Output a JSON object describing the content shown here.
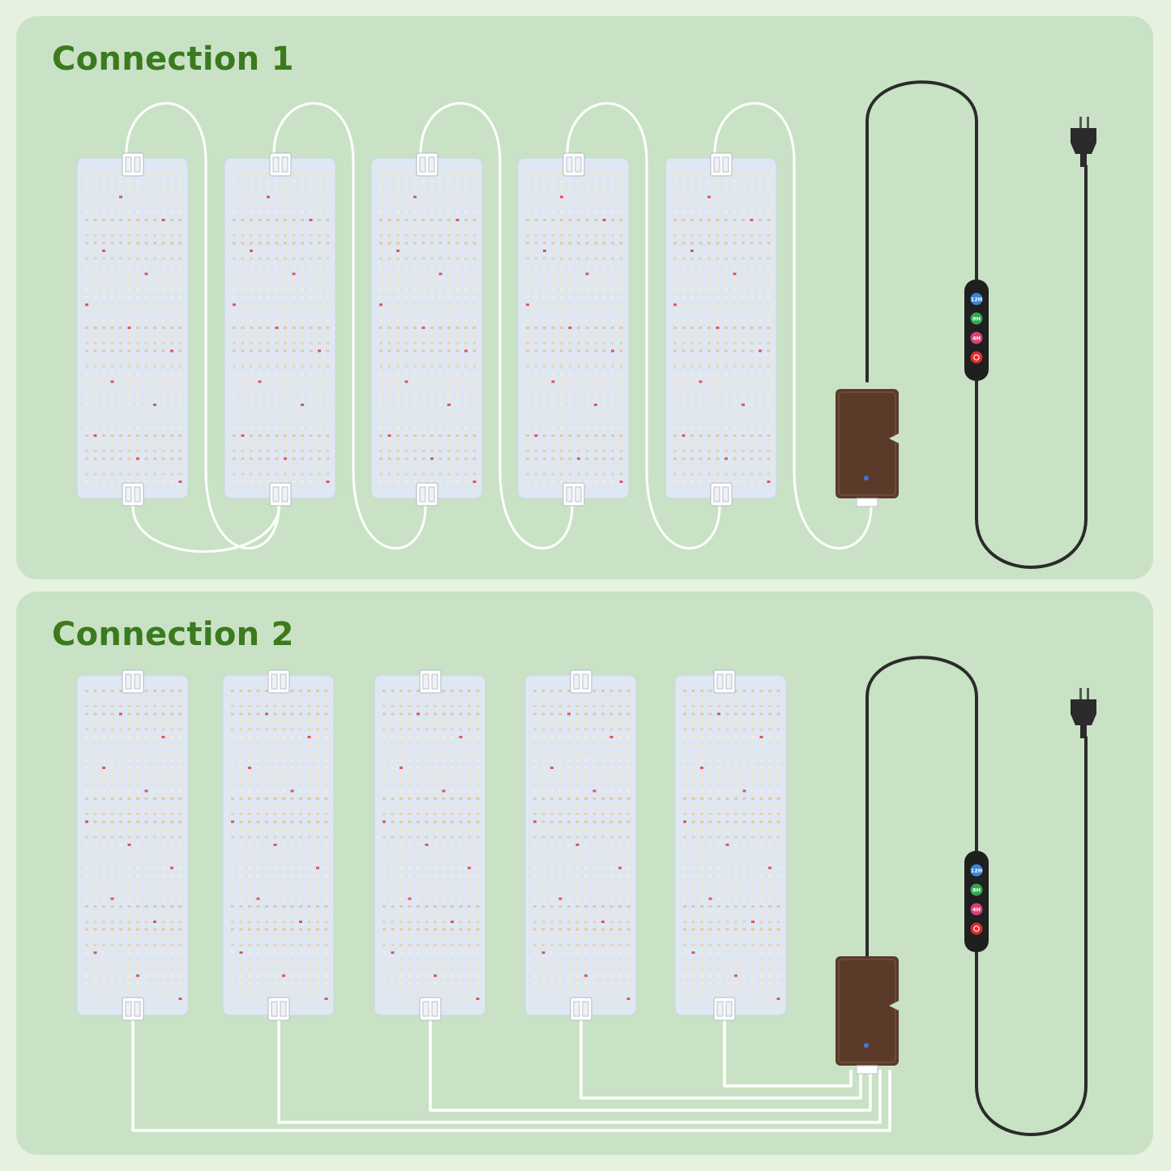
{
  "sections": [
    {
      "title": "Connection 1",
      "panel_count": 5,
      "wiring": "daisy-chain"
    },
    {
      "title": "Connection 2",
      "panel_count": 5,
      "wiring": "parallel"
    }
  ],
  "controller": {
    "buttons": [
      {
        "label": "12H",
        "color": "#3a86d9",
        "icon": "timer-12h-icon"
      },
      {
        "label": "8H",
        "color": "#2fa84f",
        "icon": "timer-8h-icon"
      },
      {
        "label": "4H",
        "color": "#d8407a",
        "icon": "timer-4h-icon"
      },
      {
        "label": "",
        "color": "#e02a2a",
        "icon": "power-icon"
      }
    ]
  },
  "colors": {
    "page_bg": "#e6f2df",
    "section_bg": "#c9e2c5",
    "title": "#3b7a1e",
    "panel": "#dfe7f2",
    "cable_white": "#ffffff",
    "cable_black": "#2b2b2b",
    "driver_box": "#5b3a2a"
  }
}
